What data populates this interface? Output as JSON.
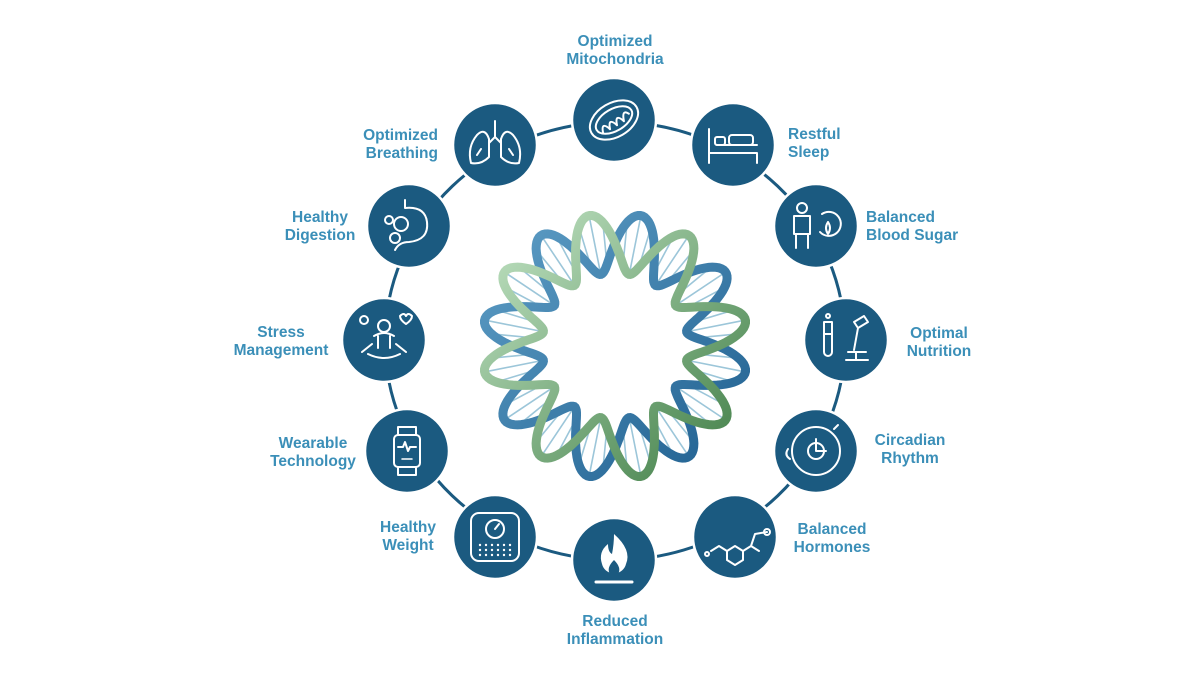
{
  "colors": {
    "node_fill": "#1b5a80",
    "ring": "#1b5a80",
    "label": "#3b8fb8",
    "helix_blue": "#2f6e9e",
    "helix_green": "#3f7d45",
    "helix_light": "#a8d3b0"
  },
  "nodes": [
    {
      "id": "mitochondria",
      "icon": "mitochondria-icon",
      "lines": [
        "Optimized",
        "Mitochondria"
      ]
    },
    {
      "id": "sleep",
      "icon": "bed-icon",
      "lines": [
        "Restful",
        "Sleep"
      ]
    },
    {
      "id": "blood-sugar",
      "icon": "blood-sugar-icon",
      "lines": [
        "Balanced",
        "Blood Sugar"
      ]
    },
    {
      "id": "nutrition",
      "icon": "microscope-icon",
      "lines": [
        "Optimal",
        "Nutrition"
      ]
    },
    {
      "id": "circadian",
      "icon": "clock-icon",
      "lines": [
        "Circadian",
        "Rhythm"
      ]
    },
    {
      "id": "hormones",
      "icon": "molecule-icon",
      "lines": [
        "Balanced",
        "Hormones"
      ]
    },
    {
      "id": "inflammation",
      "icon": "flame-icon",
      "lines": [
        "Reduced",
        "Inflammation"
      ]
    },
    {
      "id": "weight",
      "icon": "scale-icon",
      "lines": [
        "Healthy",
        "Weight"
      ]
    },
    {
      "id": "wearable",
      "icon": "smartwatch-icon",
      "lines": [
        "Wearable",
        "Technology"
      ]
    },
    {
      "id": "stress",
      "icon": "meditation-icon",
      "lines": [
        "Stress",
        "Management"
      ]
    },
    {
      "id": "digestion",
      "icon": "stomach-icon",
      "lines": [
        "Healthy",
        "Digestion"
      ]
    },
    {
      "id": "breathing",
      "icon": "lungs-icon",
      "lines": [
        "Optimized",
        "Breathing"
      ]
    }
  ],
  "center": {
    "icon": "dna-helix-ring"
  }
}
